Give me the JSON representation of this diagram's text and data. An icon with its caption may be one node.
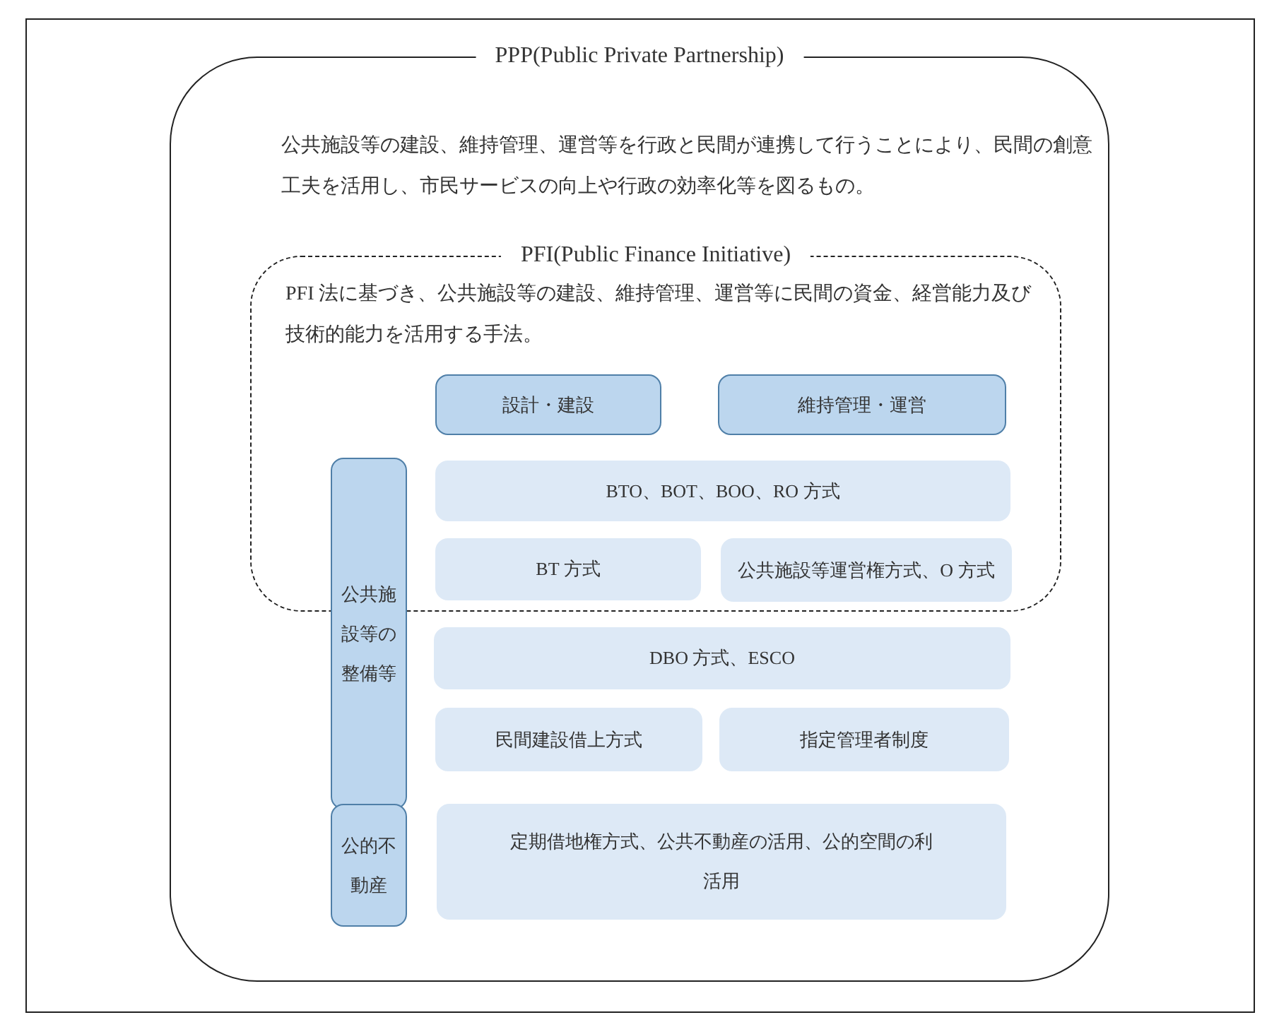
{
  "diagram": {
    "nodes": [
      {
        "text": [
          "PPP(Public Private Partnership)",
          "公共施設等の建設、維持管理、運営等を行政と民間が連携して行うことにより、民間の創意工夫を活用し、市民サービスの向上や行政の効率化等を図るもの。"
        ]
      },
      {
        "text": [
          "PFI(Public Finance Initiative)",
          "PFI 法に基づき、公共施設等の建設、維持管理、運営等に民間の資金、経営能力及び技術的能力を活用する手法。"
        ],
        "in": 0
      },
      {
        "text": [
          "設計・建設"
        ],
        "in": 1
      },
      {
        "text": [
          "維持管理・運営"
        ],
        "in": 1
      },
      {
        "text": [
          "公共施設等の整備等"
        ],
        "in": 0
      },
      {
        "text": [
          "BTO、BOT、BOO、RO 方式"
        ],
        "in": 1
      },
      {
        "text": [
          "BT 方式"
        ],
        "in": 1
      },
      {
        "text": [
          "公共施設等運営権方式、O 方式"
        ],
        "in": 1
      },
      {
        "text": [
          "DBO 方式、ESCO"
        ],
        "in": 0
      },
      {
        "text": [
          "民間建設借上方式"
        ],
        "in": 0
      },
      {
        "text": [
          "指定管理者制度"
        ],
        "in": 0
      },
      {
        "text": [
          "公的不動産"
        ],
        "in": 0
      },
      {
        "text": [
          "定期借地権方式、公共不動産の活用、公的空間の利活用"
        ],
        "in": 0
      }
    ]
  }
}
